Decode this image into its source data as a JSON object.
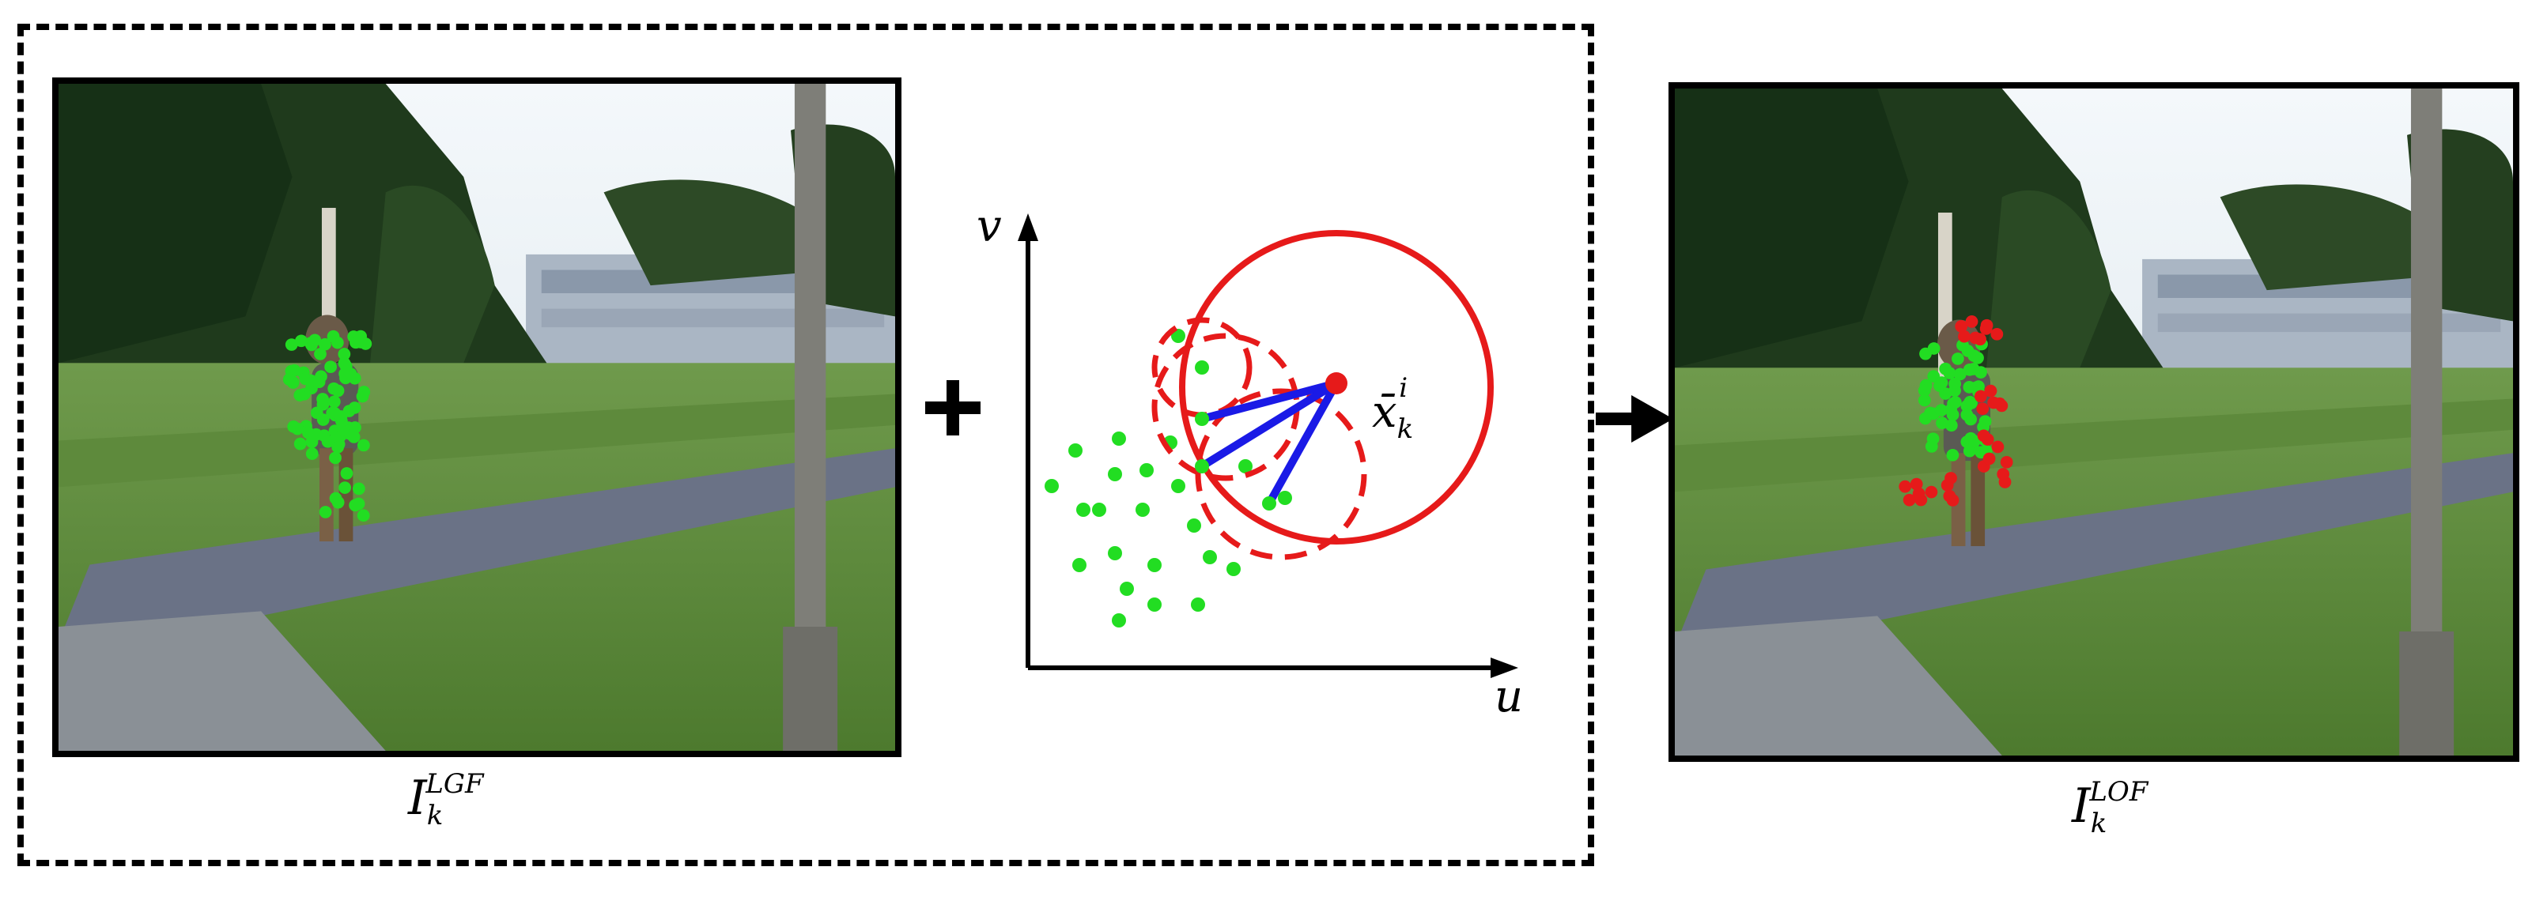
{
  "left_panel": {
    "caption_base": "I",
    "caption_sub": "k",
    "caption_sup": "LGF"
  },
  "right_panel": {
    "caption_base": "I",
    "caption_sub": "k",
    "caption_sup": "LOF"
  },
  "diagram": {
    "axis_v_label": "v",
    "axis_u_label": "u",
    "point_label_base": "x̄",
    "point_label_sub": "k",
    "point_label_sup": "i"
  },
  "colors": {
    "feature_green": "#22dd22",
    "feature_red": "#e61a1a",
    "link_blue": "#1a1ae6",
    "frame": "#000000"
  },
  "icons": {
    "plus": "plus-icon",
    "arrow": "right-arrow-icon"
  }
}
